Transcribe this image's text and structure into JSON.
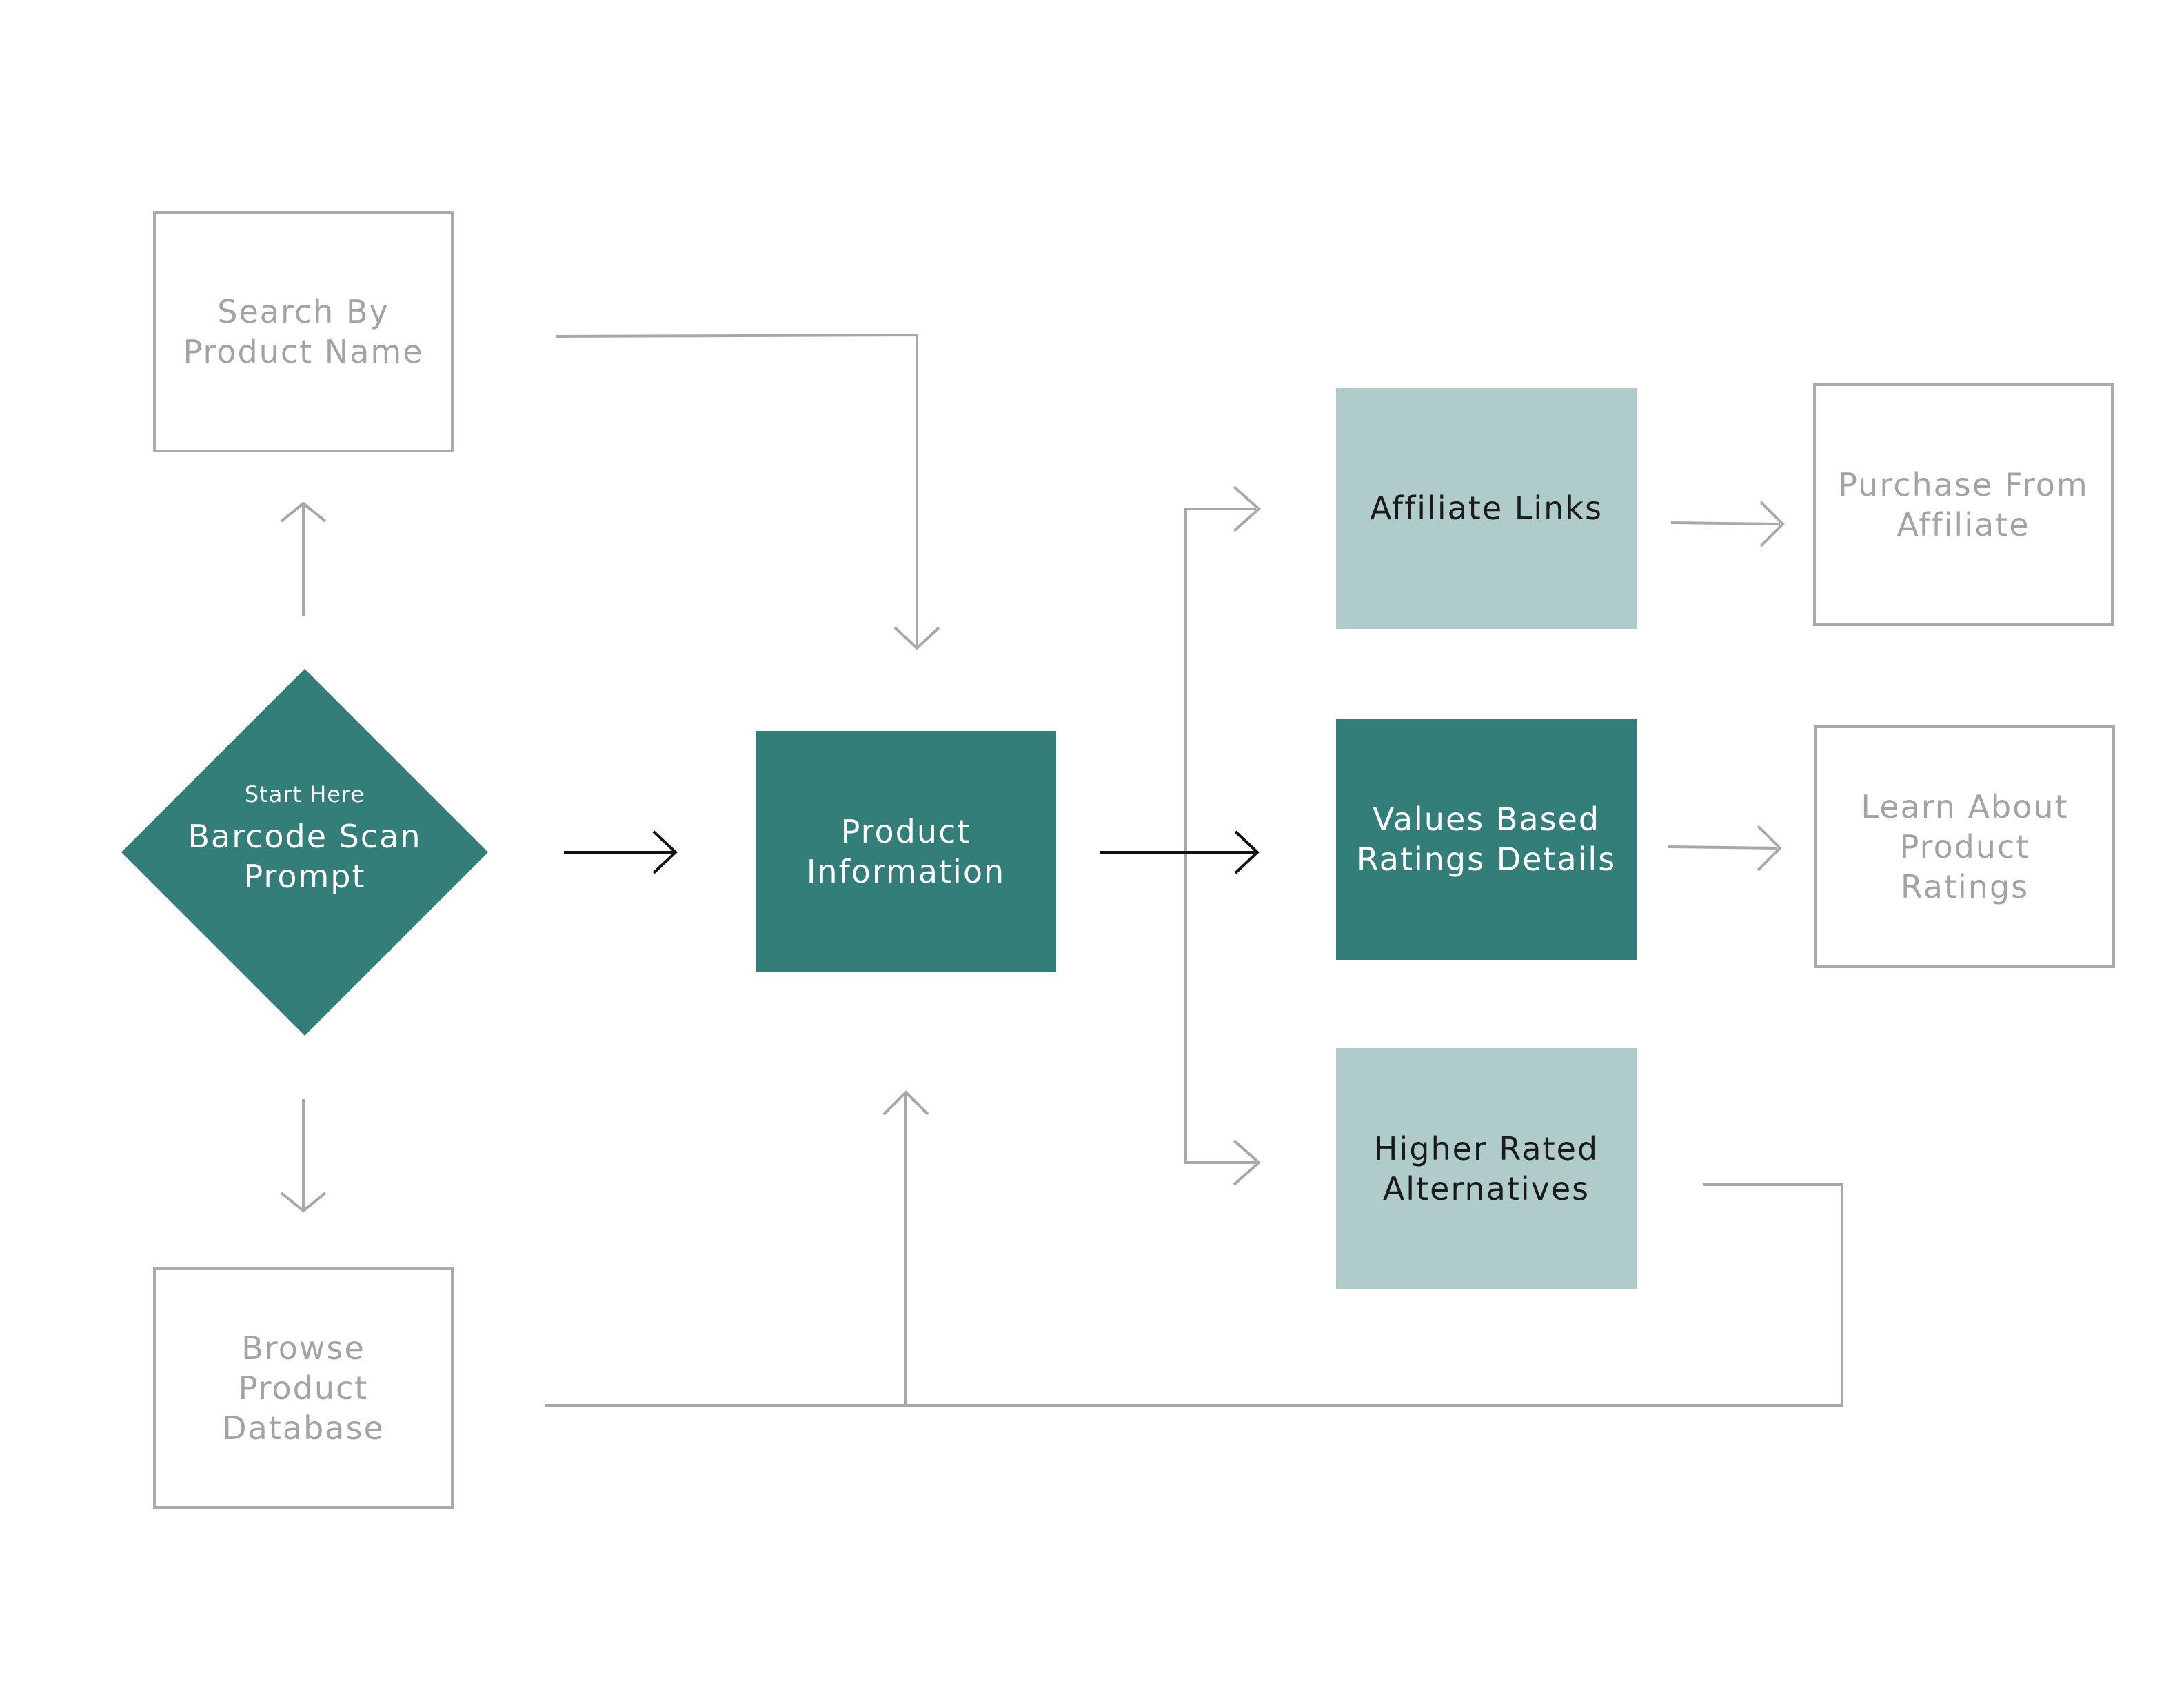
{
  "nodes": {
    "start": {
      "subtitle": "Start Here",
      "label": "Barcode Scan\nPrompt"
    },
    "search": {
      "label": "Search By\nProduct Name"
    },
    "browse": {
      "label": "Browse\nProduct\nDatabase"
    },
    "product": {
      "label": "Product\nInformation"
    },
    "affiliate": {
      "label": "Affiliate Links"
    },
    "values": {
      "label": "Values Based\nRatings Details"
    },
    "higher": {
      "label": "Higher Rated\nAlternatives"
    },
    "purchase": {
      "label": "Purchase From\nAffiliate"
    },
    "learn": {
      "label": "Learn About\nProduct\nRatings"
    }
  },
  "colors": {
    "dark_teal": "#347e7a",
    "light_teal": "#afcbca",
    "outline_gray": "#aaaaaa",
    "text_gray": "#a3a3a3",
    "primary_arrow": "#111111"
  }
}
